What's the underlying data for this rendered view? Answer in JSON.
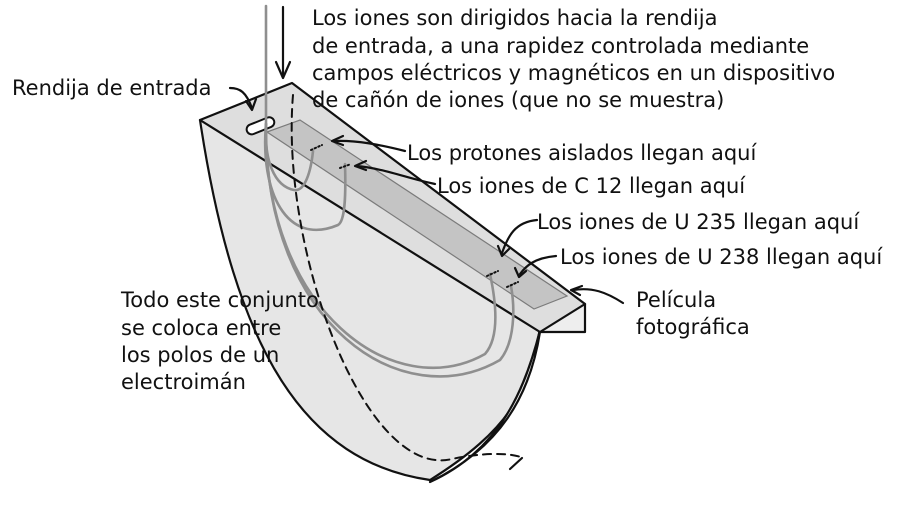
{
  "labels": {
    "ion_direction_line1": "Los iones son dirigidos hacia la rendija",
    "ion_direction_line2": "de entrada, a una rapidez controlada mediante",
    "ion_direction_line3": "campos eléctricos y magnéticos en un dispositivo",
    "ion_direction_line4": "de cañón de iones (que no se muestra)",
    "entrance_slit": "Rendija de entrada",
    "protons": "Los protones aislados llegan aquí",
    "c12": "Los iones de C 12 llegan aquí",
    "u235": "Los iones de U 235 llegan aquí",
    "u238": "Los iones de U 238 llegan aquí",
    "assembly_line1": "Todo este conjunto",
    "assembly_line2": "se coloca entre",
    "assembly_line3": "los polos de un",
    "assembly_line4": "electroimán",
    "film_line1": "Película",
    "film_line2": "fotográfica"
  },
  "colors": {
    "background": "#ffffff",
    "ink": "#111111",
    "body_fill": "#e8e8e8",
    "top_fill": "#dddddd",
    "film_fill": "#c4c4c4",
    "ion_path": "#8f8f8f"
  }
}
